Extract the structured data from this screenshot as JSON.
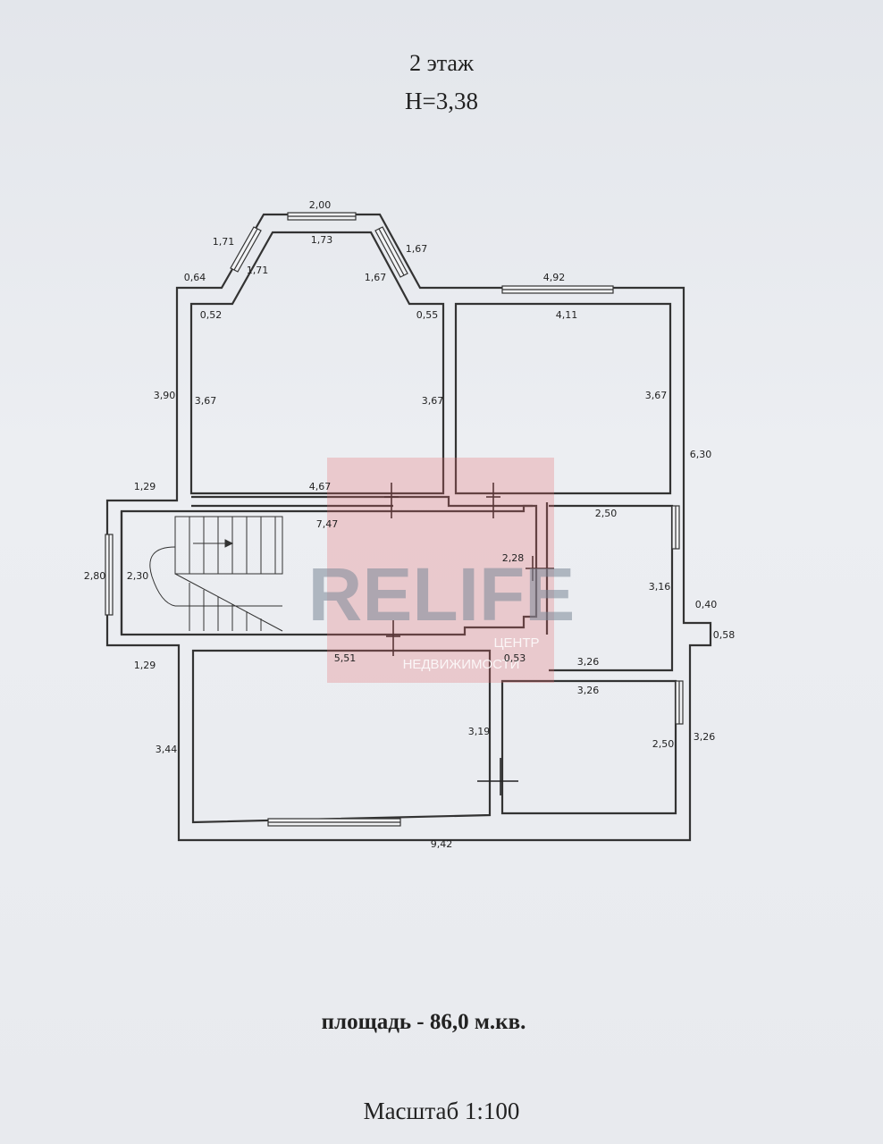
{
  "header": {
    "floor": "2 этаж",
    "height": "H=3,38"
  },
  "watermark": {
    "brand": "RELIFE",
    "line1": "ЦЕНТР",
    "line2": "НЕДВИЖИМОСТИ",
    "color": "#e56b6f"
  },
  "dimensions": {
    "top_bay": "2,00",
    "bay_inner": "1,73",
    "left_diag_out": "1,71",
    "left_diag_in": "1,71",
    "right_diag_out": "1,67",
    "right_diag_in": "1,67",
    "left_stub": "0,64",
    "left_stub_in": "0,52",
    "right_stub_in": "0,55",
    "nw_left_out": "3,90",
    "nw_left_in": "3,67",
    "nw_right_in": "3,67",
    "ne_top_out": "4,92",
    "ne_top_in": "4,11",
    "ne_right_in": "3,67",
    "east_out": "6,30",
    "west_top": "1,29",
    "corridor_top": "4,67",
    "corridor_len": "7,47",
    "west_out": "2,80",
    "west_in": "2,30",
    "corr_end": "2,28",
    "e_room_top": "2,50",
    "e_room_h": "3,16",
    "niche_w": "0,40",
    "niche_d": "0,58",
    "west_bottom": "1,29",
    "corridor_bottom": "5,51",
    "corr_stub": "0,53",
    "e_room_bottom": "3,26",
    "se_room_top": "3,26",
    "sw_left_out": "3,44",
    "sw_mid": "3,19",
    "se_inner_h": "2,50",
    "se_out": "3,26",
    "bottom_out": "9,42"
  },
  "footer": {
    "area": "площадь - 86,0 м.кв.",
    "scale": "Масштаб 1:100"
  }
}
